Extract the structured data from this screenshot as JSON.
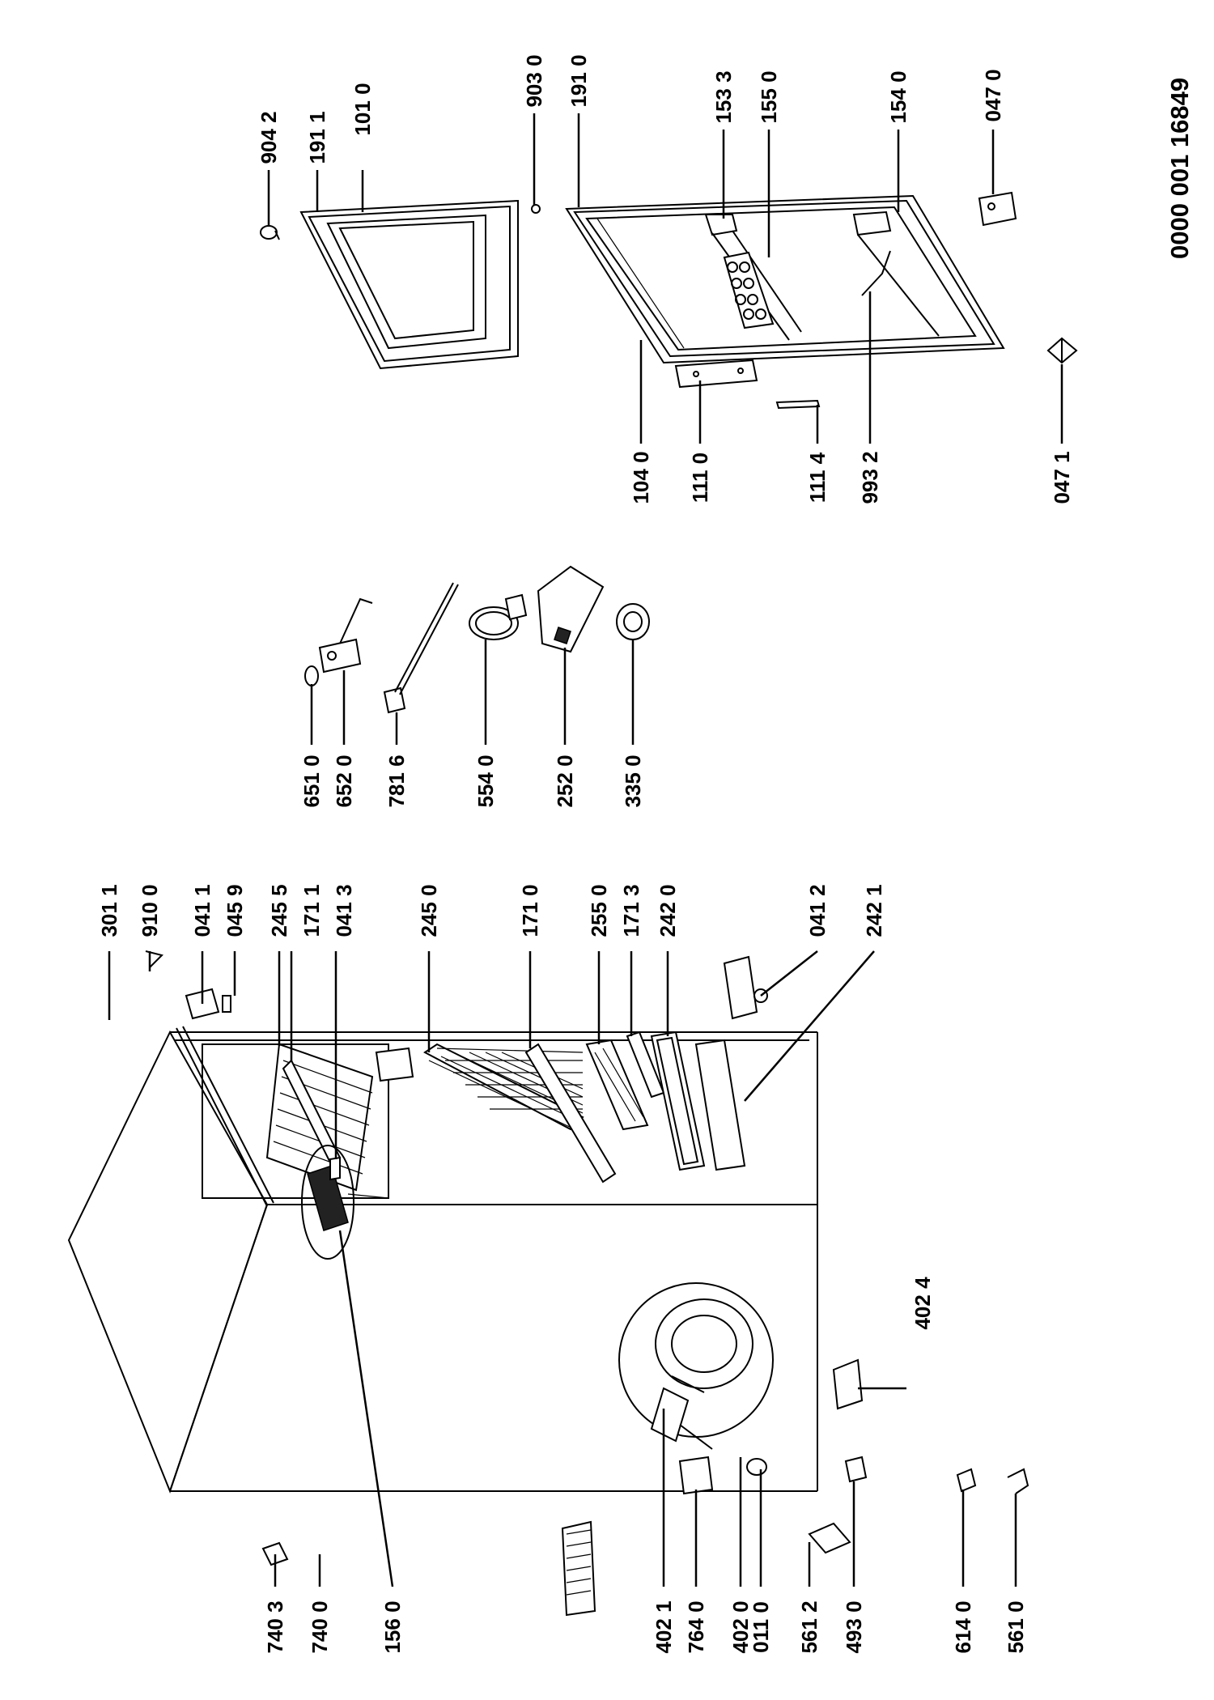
{
  "document_id": "0000 001 16849",
  "labels": {
    "p904_2": "904 2",
    "p191_1": "191 1",
    "p101_0": "101 0",
    "p903_0": "903 0",
    "p191_0": "191 0",
    "p153_3": "153 3",
    "p155_0": "155 0",
    "p154_0": "154 0",
    "p047_0": "047 0",
    "p104_0": "104 0",
    "p111_0": "111 0",
    "p111_4": "111 4",
    "p993_2": "993 2",
    "p047_1": "047 1",
    "p651_0": "651 0",
    "p652_0": "652 0",
    "p781_6": "781 6",
    "p554_0": "554 0",
    "p252_0": "252 0",
    "p335_0": "335 0",
    "p301_1": "301 1",
    "p910_0": "910 0",
    "p041_1": "041 1",
    "p045_9": "045 9",
    "p245_5": "245 5",
    "p171_1": "171 1",
    "p041_3": "041 3",
    "p245_0": "245 0",
    "p171_0": "171 0",
    "p255_0": "255 0",
    "p171_3": "171 3",
    "p242_0": "242 0",
    "p041_2": "041 2",
    "p242_1": "242 1",
    "p402_4": "402 4",
    "p740_3": "740 3",
    "p740_0": "740 0",
    "p156_0": "156 0",
    "p402_1": "402 1",
    "p764_0": "764 0",
    "p402_0": "402 0",
    "p011_0": "011 0",
    "p561_2": "561 2",
    "p493_0": "493 0",
    "p614_0": "614 0",
    "p561_0": "561 0"
  }
}
